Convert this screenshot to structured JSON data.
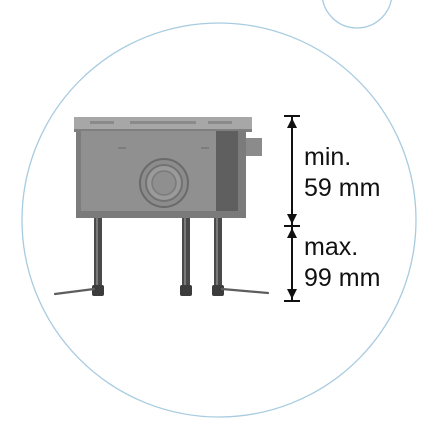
{
  "dimensions": {
    "min": {
      "line1": "min.",
      "line2": "59 mm"
    },
    "max": {
      "line1": "max.",
      "line2": "99 mm"
    }
  },
  "colors": {
    "circle_outline": "#a8cbe0",
    "box_body": "#8f8f8f",
    "box_top": "#a7a7a7",
    "leg": "#444444",
    "dimension_line": "#111111"
  }
}
